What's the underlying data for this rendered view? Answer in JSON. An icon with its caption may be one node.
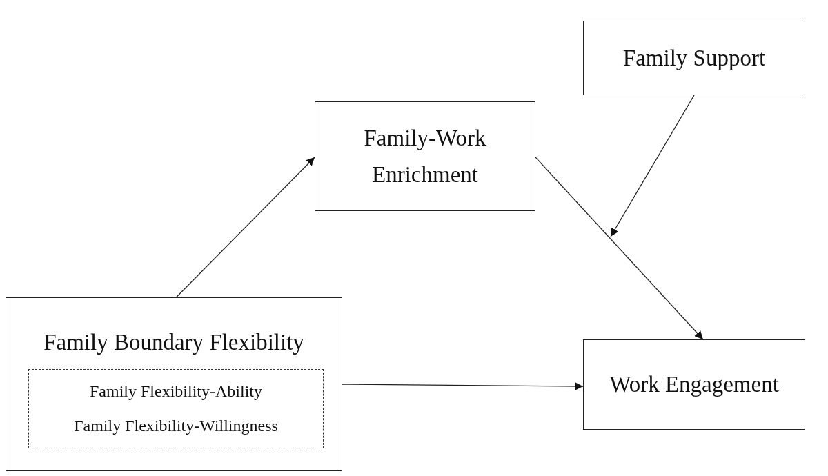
{
  "diagram": {
    "nodes": [
      {
        "text": [
          "Family Support"
        ]
      },
      {
        "text": [
          "Family-Work Enrichment"
        ]
      },
      {
        "text": [
          "Family Boundary Flexibility"
        ]
      },
      {
        "text": [
          "Family Flexibility-Ability",
          "Family Flexibility-Willingness"
        ],
        "in": 2
      },
      {
        "text": [
          "Work Engagement"
        ]
      }
    ],
    "edges": [
      {
        "from": 2,
        "to": 1,
        "arrow": "to"
      },
      {
        "from": 1,
        "to": 4,
        "arrow": "to"
      },
      {
        "from": 0,
        "to": null,
        "arrow": "to"
      },
      {
        "from": 2,
        "to": 4,
        "arrow": "to"
      }
    ]
  }
}
